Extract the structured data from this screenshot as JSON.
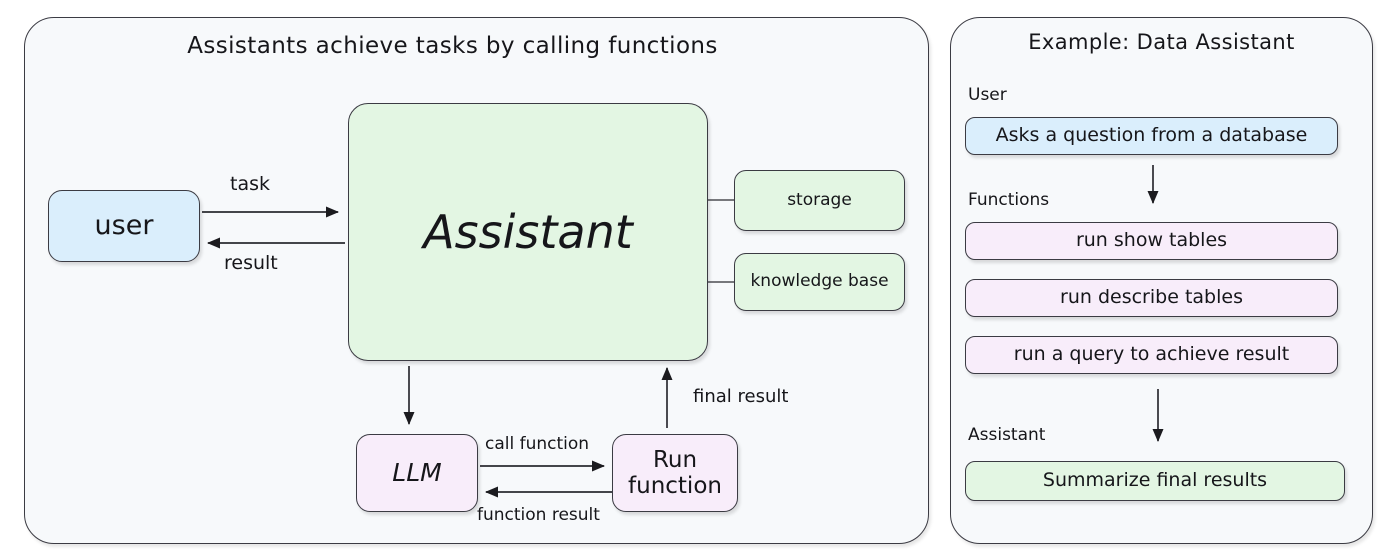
{
  "diagram": {
    "left_panel": {
      "title": "Assistants achieve tasks by calling functions",
      "nodes": {
        "user": "user",
        "assistant": "Assistant",
        "storage": "storage",
        "knowledge_base": "knowledge base",
        "llm": "LLM",
        "run_function": "Run\nfunction"
      },
      "edge_labels": {
        "task": "task",
        "result": "result",
        "call_function": "call function",
        "function_result": "function result",
        "final_result": "final result"
      }
    },
    "right_panel": {
      "title": "Example: Data Assistant",
      "sections": {
        "user_label": "User",
        "functions_label": "Functions",
        "assistant_label": "Assistant"
      },
      "user_step": "Asks a question from a database",
      "functions": [
        "run show tables",
        "run describe tables",
        "run a query to achieve result"
      ],
      "assistant_step": "Summarize final results"
    },
    "colors": {
      "panel_bg": "#f7f9fb",
      "stroke": "#3b3b43",
      "blue": "#daeefc",
      "green": "#e3f6e3",
      "purple": "#f8edfa",
      "text": "#16161a"
    }
  }
}
